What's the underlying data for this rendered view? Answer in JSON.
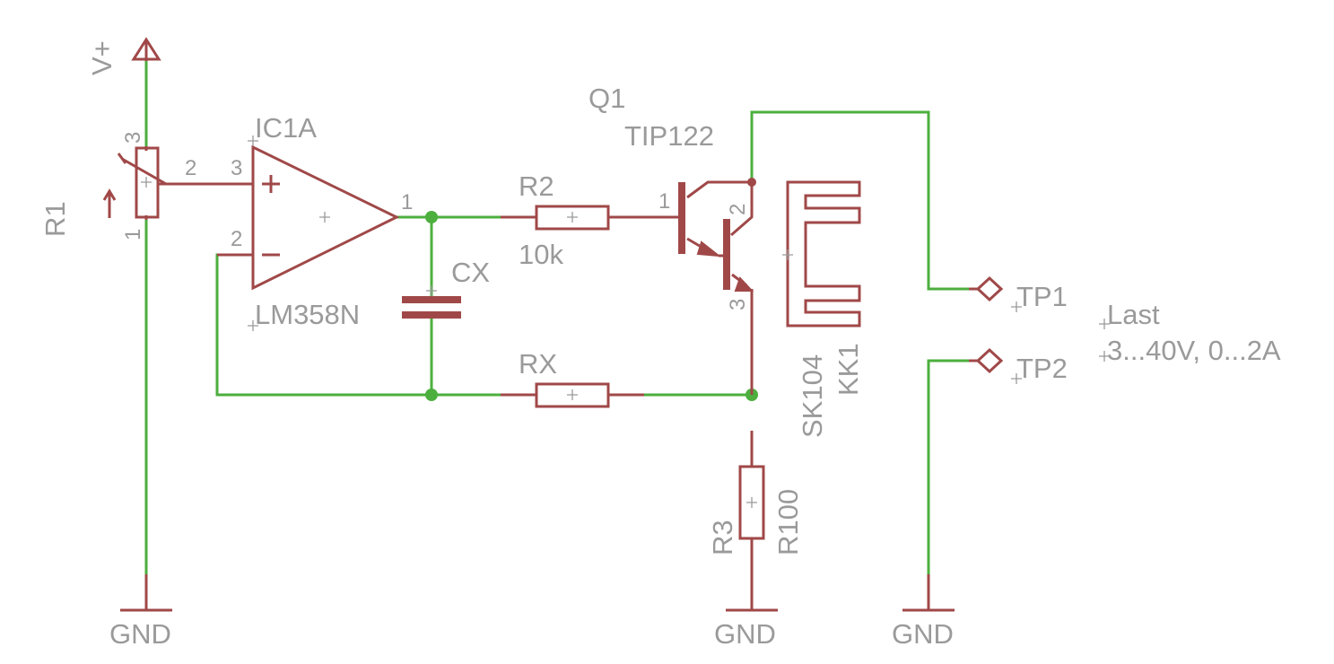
{
  "supply": {
    "name": "V+"
  },
  "grounds": [
    "GND",
    "GND",
    "GND"
  ],
  "r1": {
    "name": "R1",
    "pins": [
      "3",
      "2",
      "1"
    ]
  },
  "ic1": {
    "name": "IC1A",
    "value": "LM358N",
    "pins": [
      "3",
      "2",
      "1"
    ],
    "plus": "+",
    "minus": "−"
  },
  "q1": {
    "name": "Q1",
    "value": "TIP122",
    "pins": [
      "1",
      "2",
      "3"
    ]
  },
  "r2": {
    "name": "R2",
    "value": "10k"
  },
  "cx": {
    "name": "CX"
  },
  "rx": {
    "name": "RX"
  },
  "r3": {
    "name": "R3",
    "value": "R100"
  },
  "heatsink": {
    "value": "SK104",
    "name": "KK1"
  },
  "tp1": {
    "name": "TP1"
  },
  "tp2": {
    "name": "TP2"
  },
  "load": {
    "title": "Last",
    "rating": "3...40V, 0...2A"
  },
  "colors": {
    "wire": "#4caf3e",
    "symbol": "#a04848",
    "text": "#9a9a9a"
  }
}
